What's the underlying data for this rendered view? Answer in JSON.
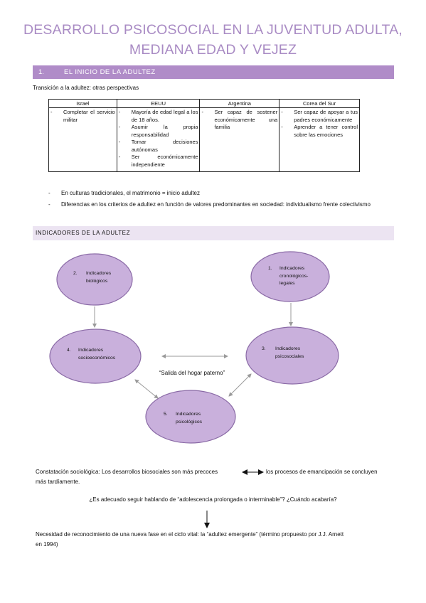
{
  "title": {
    "line1": "DESARROLLO PSICOSOCIAL EN LA JUVENTUD ADULTA,",
    "line2": "MEDIANA EDAD Y VEJEZ"
  },
  "section1": {
    "number": "1.",
    "heading": "EL INICIO DE LA ADULTEZ"
  },
  "transition_label": "Transición a la adultez: otras perspectivas",
  "table": {
    "headers": [
      "Israel",
      "EEUU",
      "Argentina",
      "Corea del Sur"
    ],
    "israel": [
      "Completar el servicio militar"
    ],
    "eeuu": [
      "Mayoría de edad legal a los de 18 años.",
      "Asumir la propia responsabilidad",
      "Tomar decisiones autónomas",
      "Ser económicamente independiente"
    ],
    "argentina": [
      "Ser capaz de sostener económicamente una familia"
    ],
    "corea": [
      "Ser capaz de apoyar a tus padres económicamente",
      "Aprender a tener control sobre las emociones"
    ]
  },
  "bullets": [
    "En culturas tradicionales, el matrimonio = inicio adultez",
    "Diferencias en los criterios de adultez en función de valores predominantes en sociedad: individualismo frente colectivismo"
  ],
  "section2": {
    "heading": "INDICADORES DE LA ADULTEZ"
  },
  "diagram": {
    "fill_color": "#c9b0dc",
    "stroke_color": "#8a6aa6",
    "nodes": {
      "n2": {
        "number": "2.",
        "text": "Indicadores biológicos"
      },
      "n1": {
        "number": "1.",
        "text": "Indicadores cronológicos-legales"
      },
      "n4": {
        "number": "4.",
        "text": "Indicadores socioeconómicos"
      },
      "n3": {
        "number": "3.",
        "text": "Indicadores psicosociales"
      },
      "n5": {
        "number": "5.",
        "text": "Indicadores psicológicos"
      }
    },
    "center_text": "“Salida del hogar paterno”"
  },
  "constatacion": {
    "part1": "Constatación sociológica: Los desarrollos biosociales son más precoces",
    "part2": "los procesos de emancipación se concluyen",
    "part3": "más tardíamente."
  },
  "question": "¿Es adecuado seguir hablando de “adolescencia prolongada o interminable”? ¿Cuándo acabaría?",
  "necesidad": {
    "line1": "Necesidad de reconocimiento de una nueva fase en el ciclo vital: la “adultez emergente” (término propuesto por J.J. Arnett",
    "line2": "en 1994)"
  }
}
